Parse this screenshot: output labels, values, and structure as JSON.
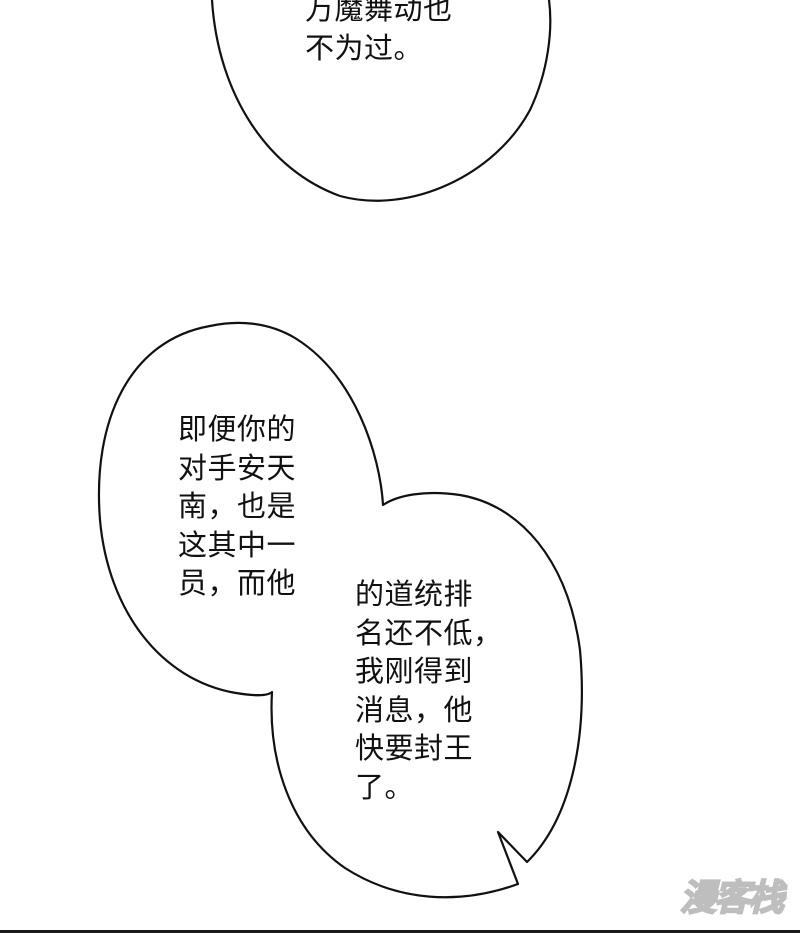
{
  "top_bubble": {
    "lines": [
      "万魔舞动也",
      "不为过。"
    ]
  },
  "bubble_left": {
    "lines": [
      "即便你的",
      "对手安天",
      "南，也是",
      "这其中一",
      "员，而他"
    ]
  },
  "bubble_right": {
    "lines": [
      "的道统排",
      "名还不低，",
      "我刚得到",
      "消息，他",
      "快要封王",
      "了。"
    ]
  },
  "watermark": {
    "text": "漫客栈"
  },
  "colors": {
    "background": "#ffffff",
    "outline": "#111111",
    "text": "#111111",
    "watermark": "#b8b8b8"
  }
}
